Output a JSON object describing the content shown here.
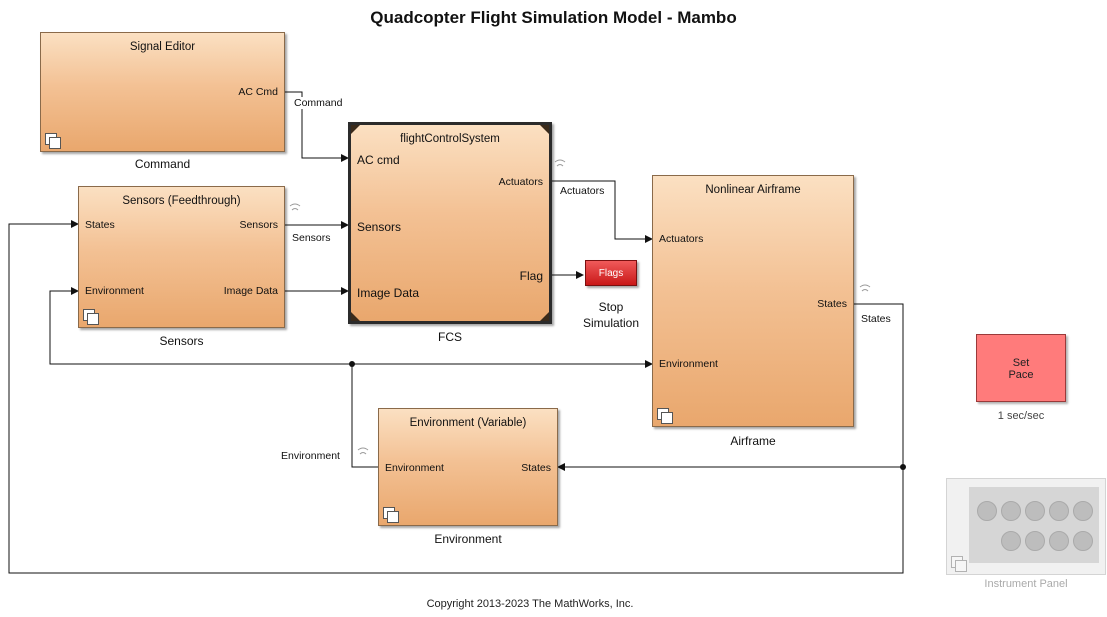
{
  "title": "Quadcopter Flight Simulation Model - Mambo",
  "blocks": {
    "signal_editor": {
      "title": "Signal Editor",
      "out_port": "AC Cmd",
      "label": "Command"
    },
    "sensors": {
      "title": "Sensors (Feedthrough)",
      "in_ports": [
        "States",
        "Environment"
      ],
      "out_ports": [
        "Sensors",
        "Image Data"
      ],
      "label": "Sensors"
    },
    "fcs": {
      "title": "flightControlSystem",
      "in_ports": [
        "AC cmd",
        "Sensors",
        "Image Data"
      ],
      "out_ports": [
        "Actuators",
        "Flag"
      ],
      "label": "FCS"
    },
    "stop": {
      "text": "Flags",
      "label_line1": "Stop",
      "label_line2": "Simulation"
    },
    "airframe": {
      "title": "Nonlinear Airframe",
      "in_ports": [
        "Actuators",
        "Environment"
      ],
      "out_port": "States",
      "label": "Airframe"
    },
    "environment": {
      "title": "Environment (Variable)",
      "in_port": "Environment",
      "out_port": "States",
      "label": "Environment"
    },
    "pace": {
      "line1": "Set",
      "line2": "Pace",
      "label": "1 sec/sec"
    },
    "instrument_panel": {
      "label": "Instrument Panel"
    }
  },
  "signals": {
    "command": "Command",
    "sensors": "Sensors",
    "actuators": "Actuators",
    "states": "States",
    "environment": "Environment"
  },
  "copyright": "Copyright 2013-2023 The MathWorks, Inc.",
  "colors": {
    "block_fill_top": "#fbe0c2",
    "block_fill_bottom": "#e9a76d",
    "stop_block": "#d92020",
    "pace_block": "#ff7b7b"
  }
}
